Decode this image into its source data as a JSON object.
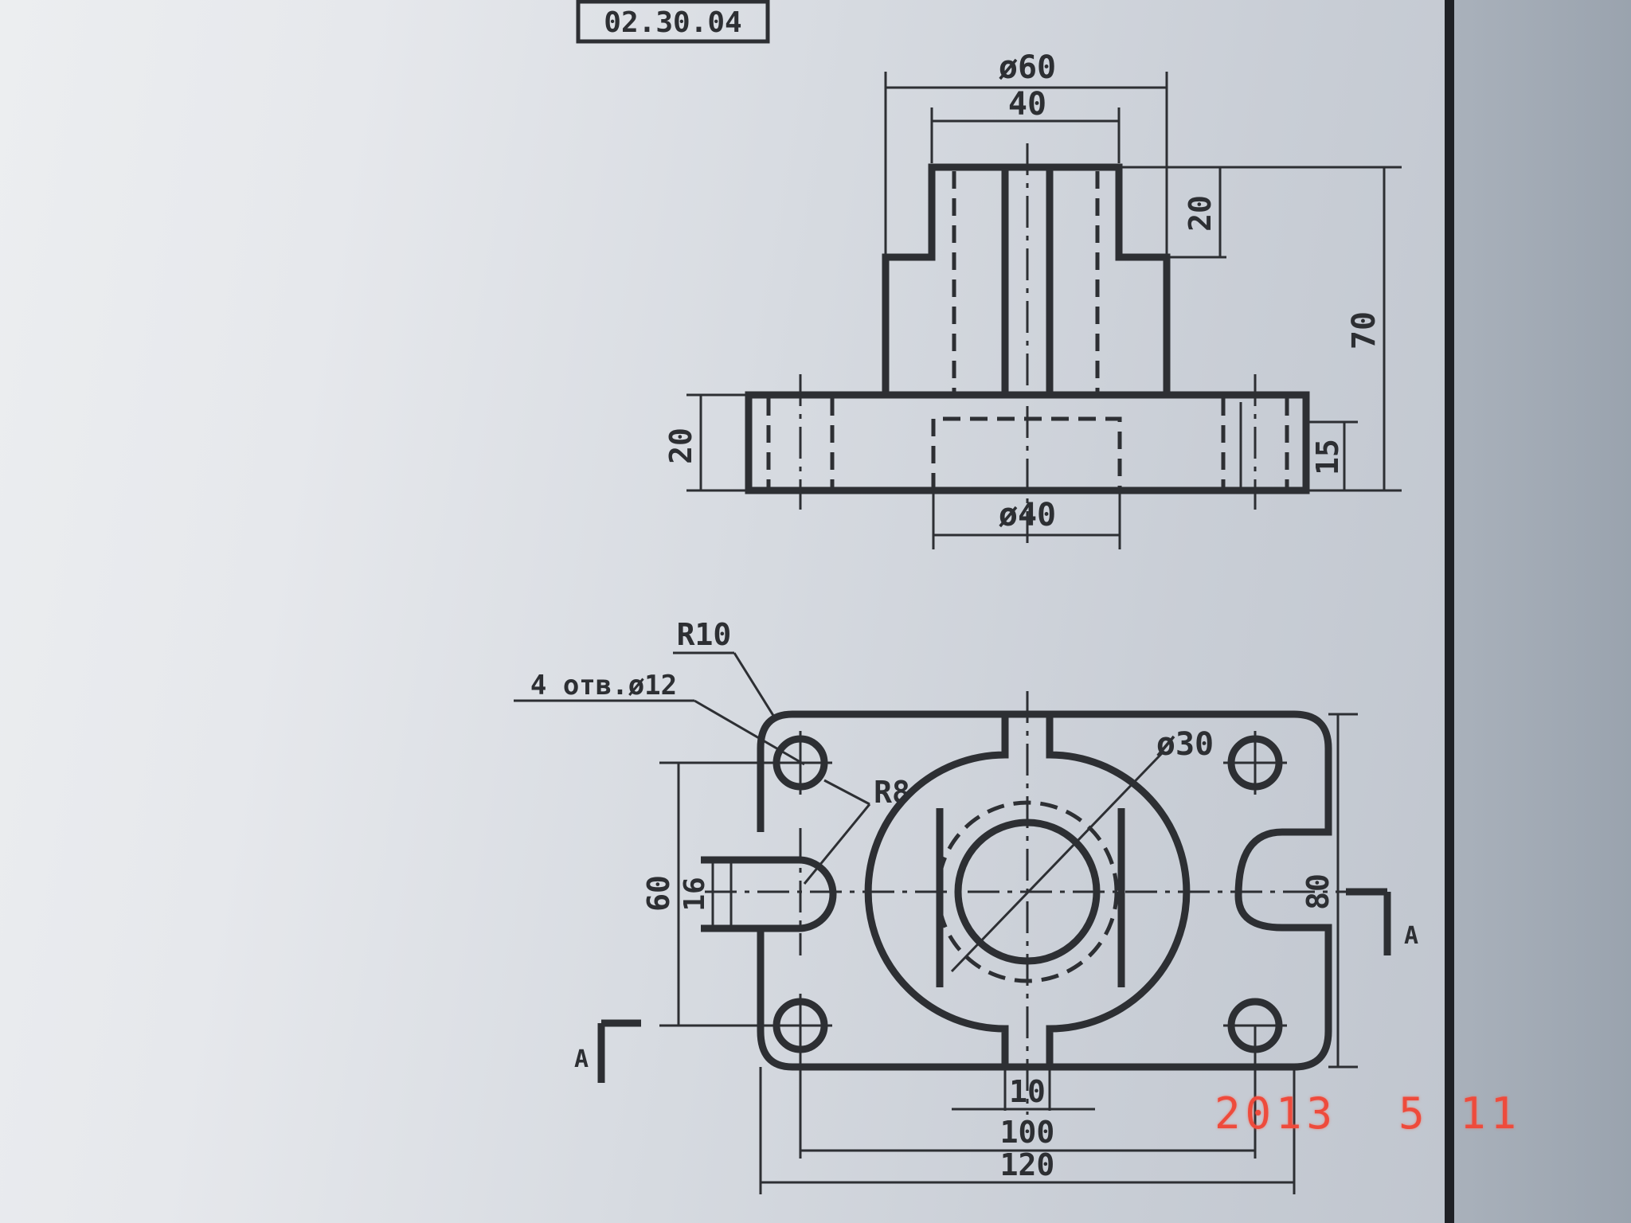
{
  "drawing_number": "02.30.04",
  "elevation": {
    "dim_d60": "ø60",
    "dim_40": "40",
    "dim_20_top": "20",
    "dim_70": "70",
    "dim_20_base": "20",
    "dim_15": "15",
    "dim_d40": "ø40"
  },
  "plan": {
    "r10": "R10",
    "holes": "4 отв.ø12",
    "r8": "R8",
    "d30": "ø30",
    "dim_60": "60",
    "dim_16": "16",
    "dim_80": "80",
    "dim_10": "10",
    "dim_100": "100",
    "dim_120": "120",
    "section_left": "A",
    "section_right": "A"
  },
  "date_stamp": "2013  5 11",
  "colors": {
    "ink": "#2d2f33",
    "stamp": "#ee4b3c",
    "page_edge": "#1f2126"
  }
}
